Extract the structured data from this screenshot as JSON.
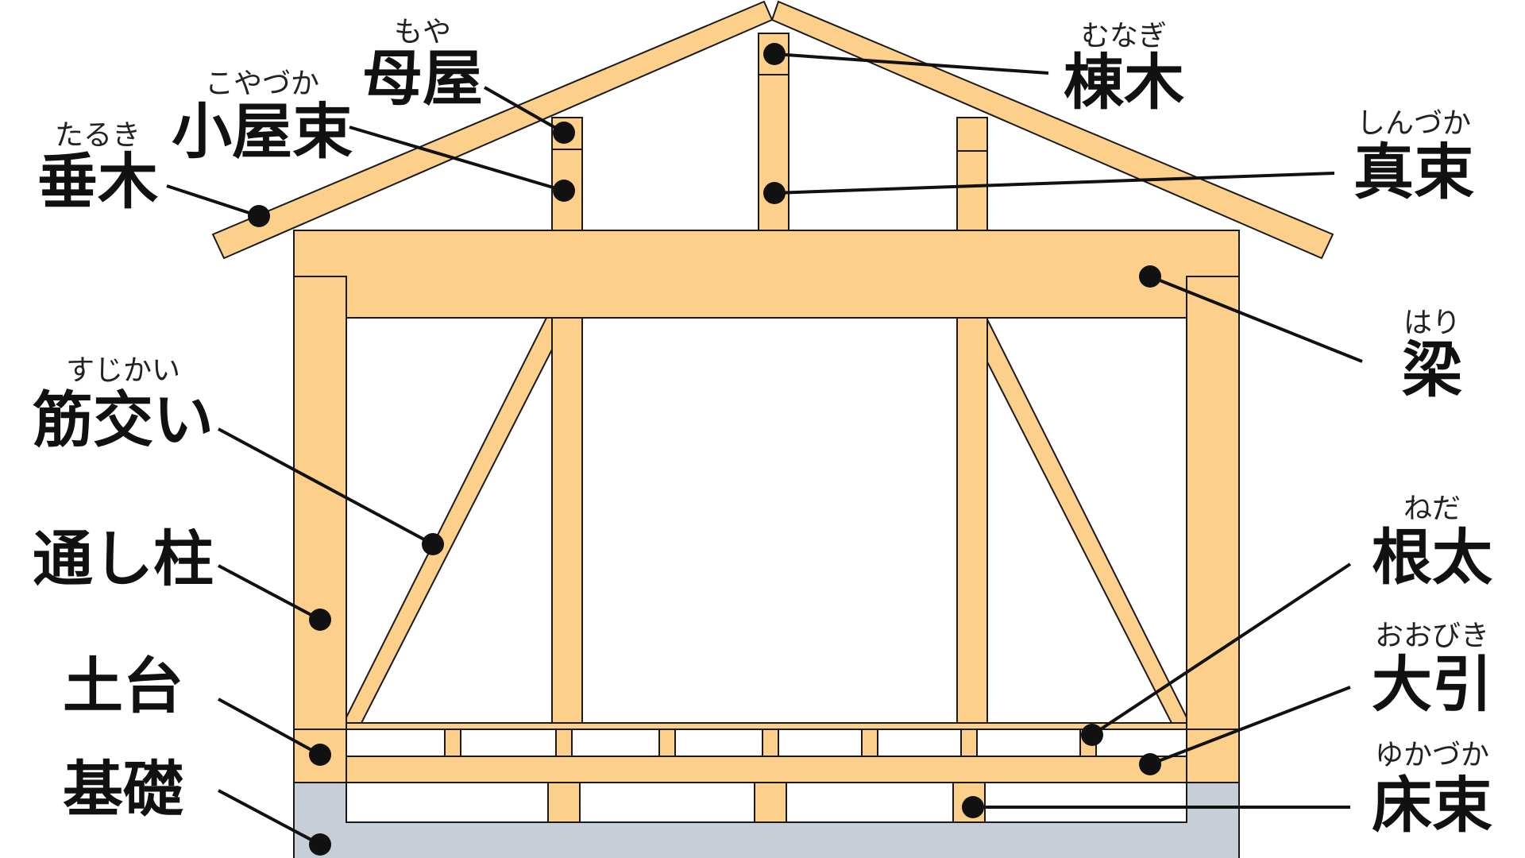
{
  "colors": {
    "wood": "#fcd08a",
    "concrete": "#c8ced8",
    "line": "#111111",
    "background": "#ffffff"
  },
  "labels": {
    "moya": {
      "kanji": "母屋",
      "ruby": "もや"
    },
    "koyazuka": {
      "kanji": "小屋束",
      "ruby": "こやづか"
    },
    "taruki": {
      "kanji": "垂木",
      "ruby": "たるき"
    },
    "munagi": {
      "kanji": "棟木",
      "ruby": "むなぎ"
    },
    "shinzuka": {
      "kanji": "真束",
      "ruby": "しんづか"
    },
    "hari": {
      "kanji": "梁",
      "ruby": "はり"
    },
    "sujikai": {
      "kanji": "筋交い",
      "ruby": "すじかい"
    },
    "toshibashira": {
      "kanji": "通し柱",
      "ruby": ""
    },
    "dodai": {
      "kanji": "土台",
      "ruby": ""
    },
    "kiso": {
      "kanji": "基礎",
      "ruby": ""
    },
    "neda": {
      "kanji": "根太",
      "ruby": "ねだ"
    },
    "oobiki": {
      "kanji": "大引",
      "ruby": "おおびき"
    },
    "yukazuka": {
      "kanji": "床束",
      "ruby": "ゆかづか"
    }
  }
}
